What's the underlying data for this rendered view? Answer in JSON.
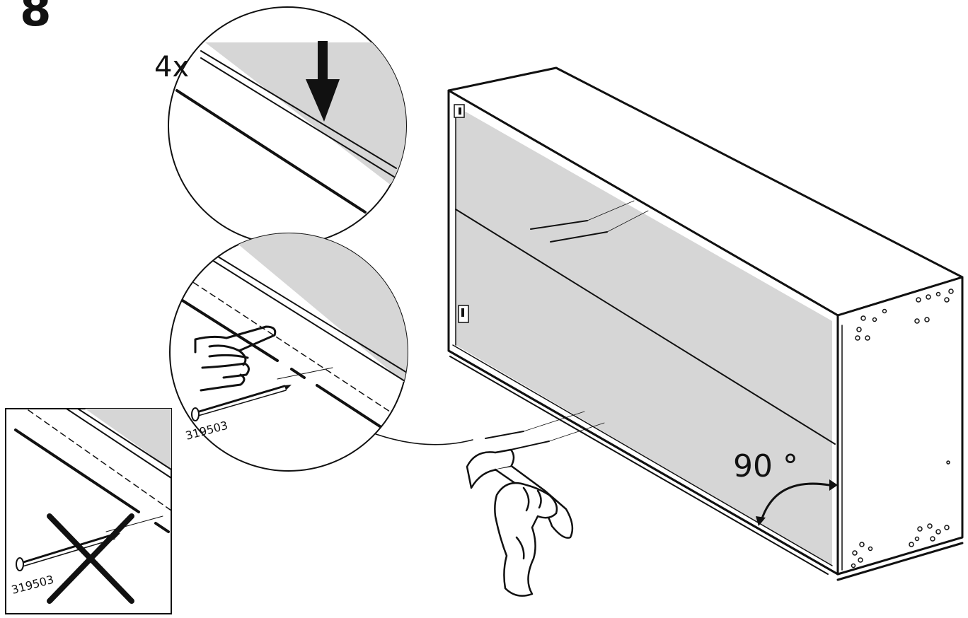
{
  "step": {
    "number": "8"
  },
  "callout_top": {
    "quantity": "4x",
    "icon": "arrow-down-icon"
  },
  "callout_middle": {
    "part_number": "319503",
    "icon": "pointing-hand-icon"
  },
  "callout_wrong": {
    "part_number": "319503",
    "icon": "cross-icon"
  },
  "cabinet": {
    "angle_label": "90 °"
  },
  "colors": {
    "ink": "#111111",
    "panel_gray": "#d6d6d6",
    "paper": "#ffffff"
  }
}
